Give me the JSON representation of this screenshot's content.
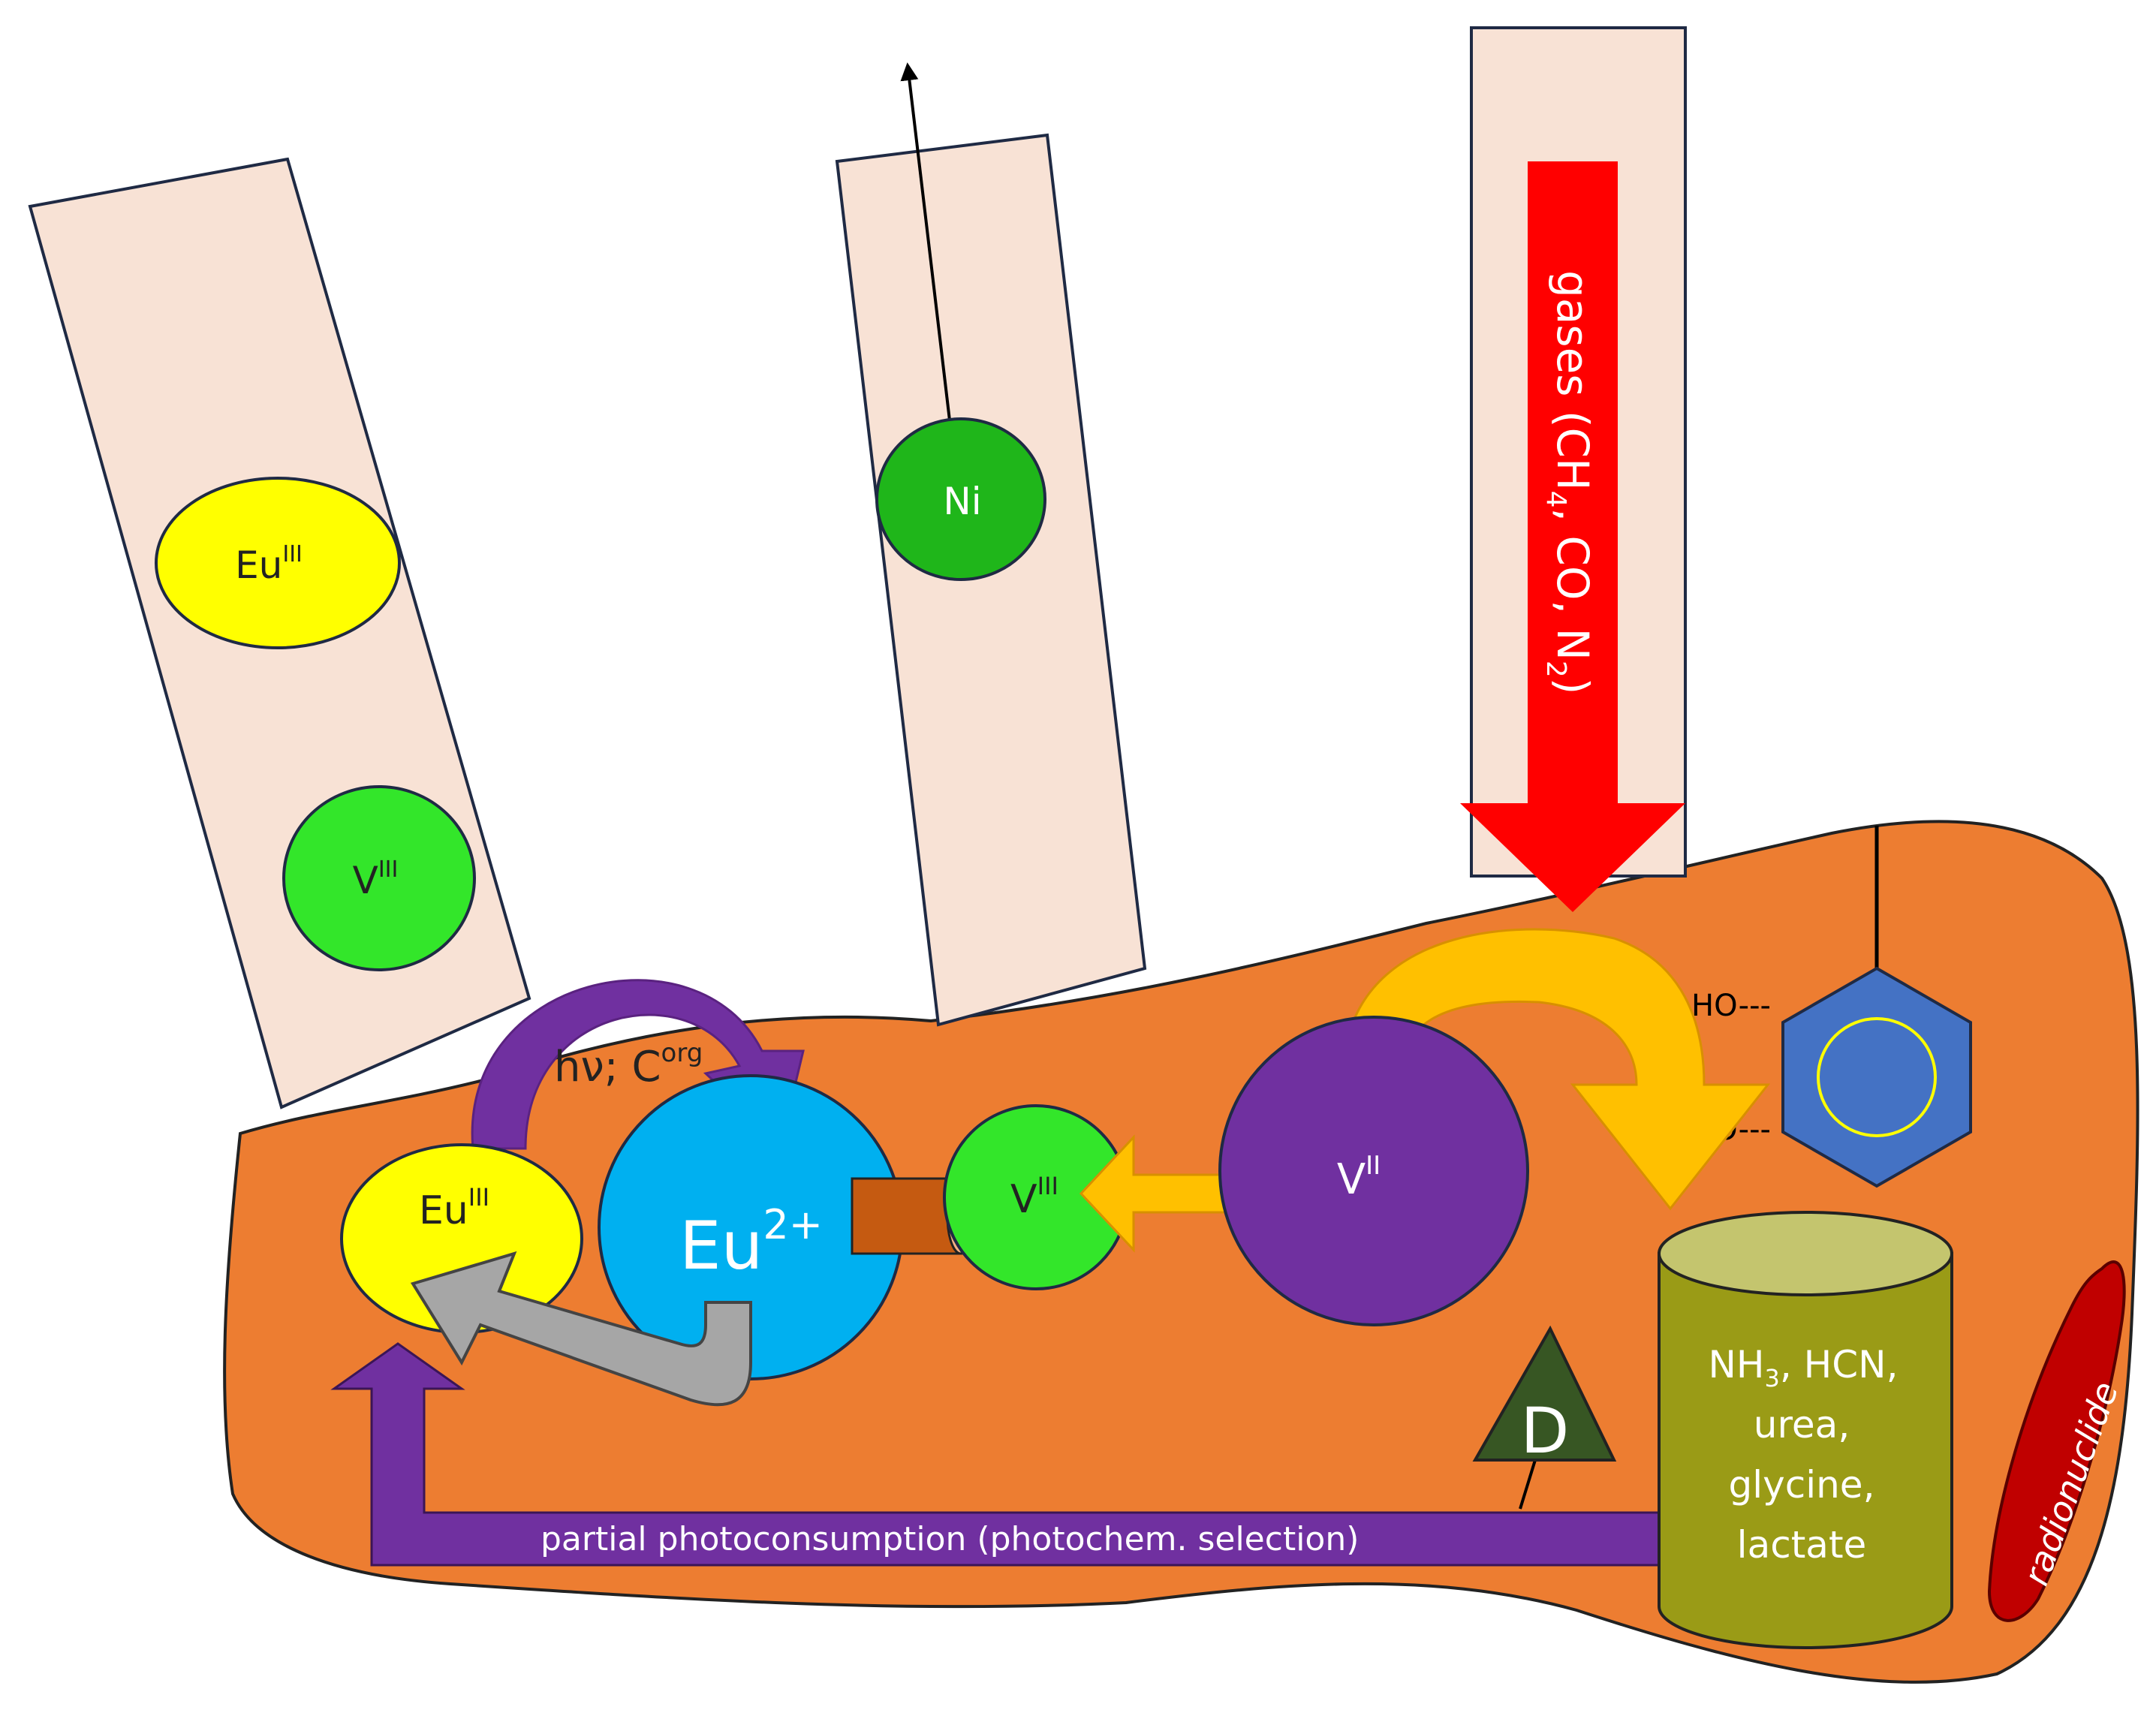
{
  "labels": {
    "eu3_top": {
      "base": "Eu",
      "sup": "III"
    },
    "v3_top": {
      "base": "V",
      "sup": "III"
    },
    "ni": {
      "base": "Ni"
    },
    "gases": {
      "t1": "gases (CH",
      "s1": "4",
      "t2": ", CO, N",
      "s2": "2",
      "t3": ")"
    },
    "hv": {
      "base": "hν; C",
      "sup": "org"
    },
    "eu3_bottom": {
      "base": "Eu",
      "sup": "III"
    },
    "eu2": {
      "base": "Eu",
      "sup": "2+"
    },
    "v3_bottom": {
      "base": "V",
      "sup": "III"
    },
    "v2": {
      "base": "V",
      "sup": "II"
    },
    "ho_top": "HO---",
    "ho_bottom": "HO---",
    "drum": {
      "line1_a": "NH",
      "line1_sub": "3",
      "line1_b": ", HCN,",
      "line2": "urea,",
      "line3": "glycine,",
      "line4": "lactate"
    },
    "d_marker": "D",
    "radionuclide": "radionuclide",
    "bottom_arrow": "partial photoconsumption (photochem. selection)"
  },
  "colors": {
    "rock": "#ED7D31",
    "column": "#F8E2D5",
    "eu3": "#FFFF00",
    "v3": "#33E62A",
    "ni": "#1FB61A",
    "eu2": "#00B0F0",
    "v2": "#7030A0",
    "gas_arrow": "#FF0000",
    "gold_arrow": "#FFC000",
    "drum": "#9A9B16",
    "drum_top": "#C4C56E",
    "d_triangle": "#375623",
    "radionuclide": "#C00000",
    "hexagon": "#4472C4",
    "purple_arrow": "#7030A0",
    "gray_arrow": "#A6A6A6",
    "connector": "#C55A11"
  }
}
